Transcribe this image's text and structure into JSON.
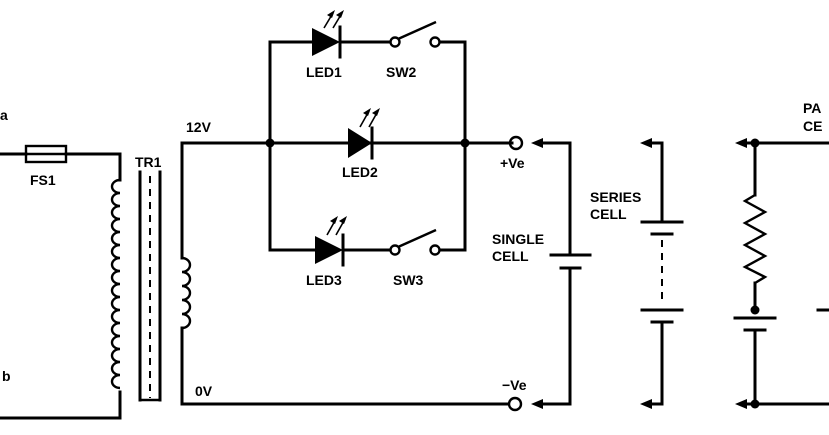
{
  "diagram": {
    "labels": {
      "a": "a",
      "b": "b",
      "fs1": "FS1",
      "tr1": "TR1",
      "v12": "12V",
      "v0": "0V",
      "led1": "LED1",
      "led2": "LED2",
      "led3": "LED3",
      "sw2": "SW2",
      "sw3": "SW3",
      "pos": "+Ve",
      "neg": "−Ve",
      "single1": "SINGLE",
      "single2": "CELL",
      "series1": "SERIES",
      "series2": "CELL",
      "parallel1": "PA",
      "parallel2": "CE"
    }
  }
}
